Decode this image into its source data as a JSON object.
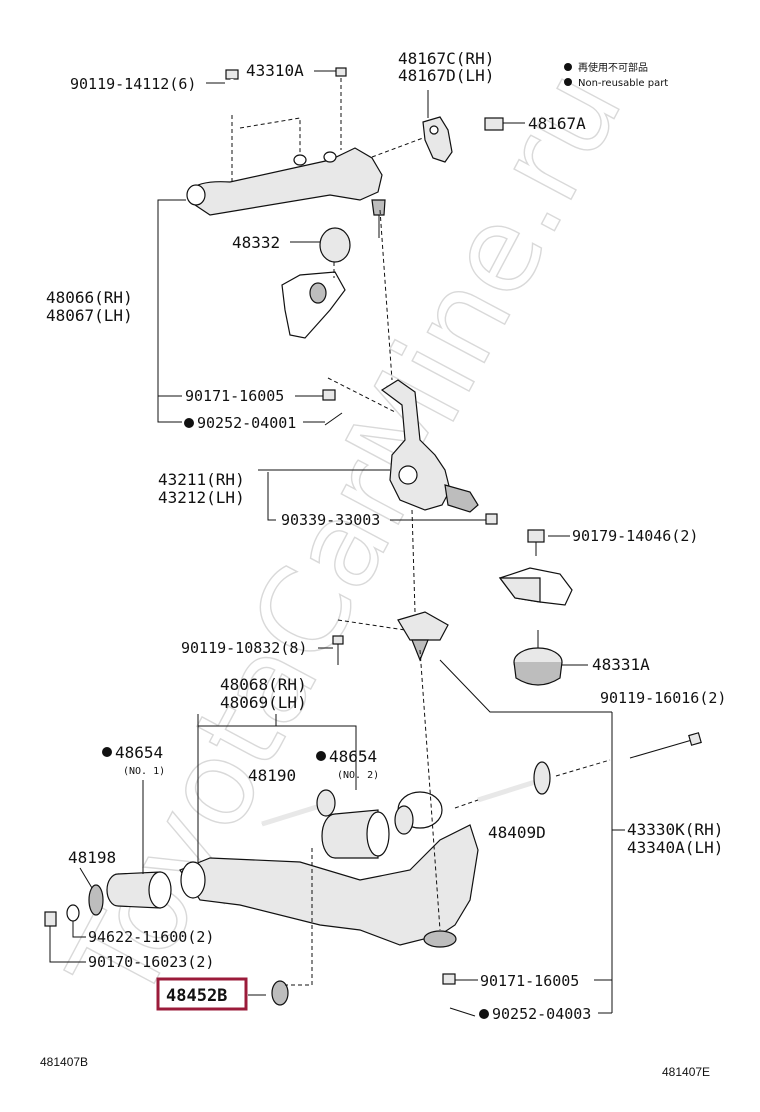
{
  "watermark": "ToyotaCarMine.ru",
  "legend": {
    "line1": "再使用不可部品",
    "line2": "Non-reusable part"
  },
  "labels": {
    "p1": "90119-14112(6)",
    "p2": "43310A",
    "p3a": "48167C(RH)",
    "p3b": "48167D(LH)",
    "p4": "48167A",
    "p5": "48332",
    "p6a": "48066(RH)",
    "p6b": "48067(LH)",
    "p7": "90171-16005",
    "p8": "90252-04001",
    "p9a": "43211(RH)",
    "p9b": "43212(LH)",
    "p10": "90339-33003",
    "p11": "90179-14046(2)",
    "p12": "90119-10832(8)",
    "p13": "48331A",
    "p14a": "48068(RH)",
    "p14b": "48069(LH)",
    "p15": "90119-16016(2)",
    "p16": "48654",
    "p16s": "(NO. 1)",
    "p17": "48654",
    "p17s": "(NO. 2)",
    "p18": "48190",
    "p19": "48198",
    "p20": "48409D",
    "p21a": "43330K(RH)",
    "p21b": "43340A(LH)",
    "p22": "94622-11600(2)",
    "p23": "90170-16023(2)",
    "p24": "48452B",
    "p25": "90171-16005",
    "p26": "90252-04003"
  },
  "footer": {
    "left": "481407B",
    "right": "481407E"
  },
  "highlight_color": "#9b1b3a"
}
